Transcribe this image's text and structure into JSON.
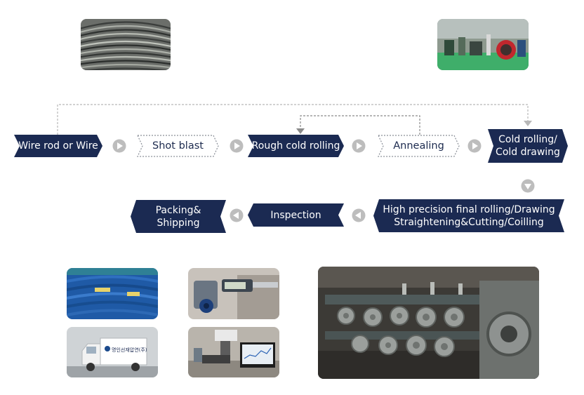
{
  "colors": {
    "navy": "#1b2a52",
    "dashed_border": "#8a8f98",
    "connector": "#bdbdbd",
    "line": "#b8b8b8"
  },
  "steps": {
    "wire_rod": {
      "label": "Wire rod or Wire"
    },
    "shot_blast": {
      "label": "Shot blast"
    },
    "rough_cold_rolling": {
      "label": "Rough cold rolling"
    },
    "annealing": {
      "label": "Annealing"
    },
    "cold_rolling": {
      "line1": "Cold rolling/",
      "line2": "Cold drawing"
    },
    "final_rolling": {
      "line1": "High precision final rolling/Drawing",
      "line2": "Straightening&Cutting/Coilling"
    },
    "inspection": {
      "label": "Inspection"
    },
    "packing": {
      "line1": "Packing&",
      "line2": "Shipping"
    }
  },
  "photos": {
    "truck_logo_text": "명인선재압연(주)"
  }
}
